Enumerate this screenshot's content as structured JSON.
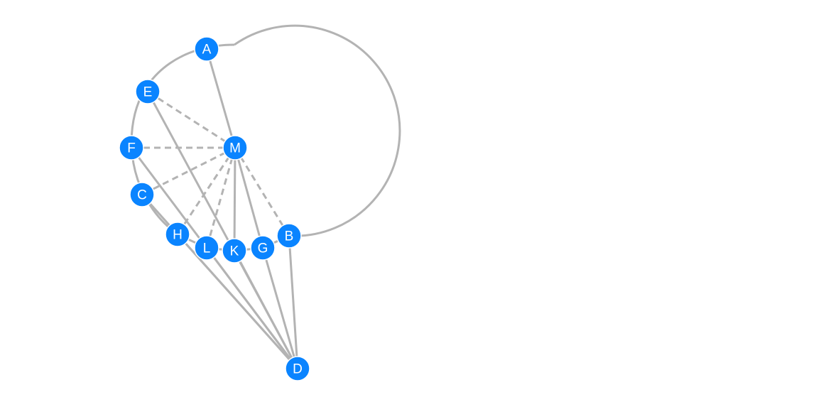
{
  "diagram": {
    "style": {
      "node_color": "#0a84ff",
      "label_color": "#ffffff",
      "edge_color": "#b3b3b3",
      "background": "#ffffff"
    },
    "points": [
      {
        "id": "A",
        "label": "A"
      },
      {
        "id": "E",
        "label": "E"
      },
      {
        "id": "F",
        "label": "F"
      },
      {
        "id": "C",
        "label": "C"
      },
      {
        "id": "H",
        "label": "H"
      },
      {
        "id": "L",
        "label": "L"
      },
      {
        "id": "K",
        "label": "K"
      },
      {
        "id": "G",
        "label": "G"
      },
      {
        "id": "B",
        "label": "B"
      },
      {
        "id": "M",
        "label": "M"
      },
      {
        "id": "D",
        "label": "D"
      }
    ],
    "circle": {
      "center": "M",
      "through": [
        "A",
        "E",
        "F",
        "C",
        "H",
        "L",
        "K",
        "G",
        "B"
      ]
    },
    "solid_segments": [
      [
        "A",
        "M"
      ],
      [
        "M",
        "K"
      ],
      [
        "M",
        "G"
      ],
      [
        "E",
        "D"
      ],
      [
        "F",
        "D"
      ],
      [
        "C",
        "D"
      ],
      [
        "H",
        "D"
      ],
      [
        "L",
        "D"
      ],
      [
        "K",
        "D"
      ],
      [
        "G",
        "D"
      ],
      [
        "B",
        "D"
      ]
    ],
    "dashed_segments": [
      [
        "M",
        "E"
      ],
      [
        "M",
        "F"
      ],
      [
        "M",
        "C"
      ],
      [
        "M",
        "H"
      ],
      [
        "M",
        "L"
      ],
      [
        "M",
        "B"
      ]
    ]
  }
}
